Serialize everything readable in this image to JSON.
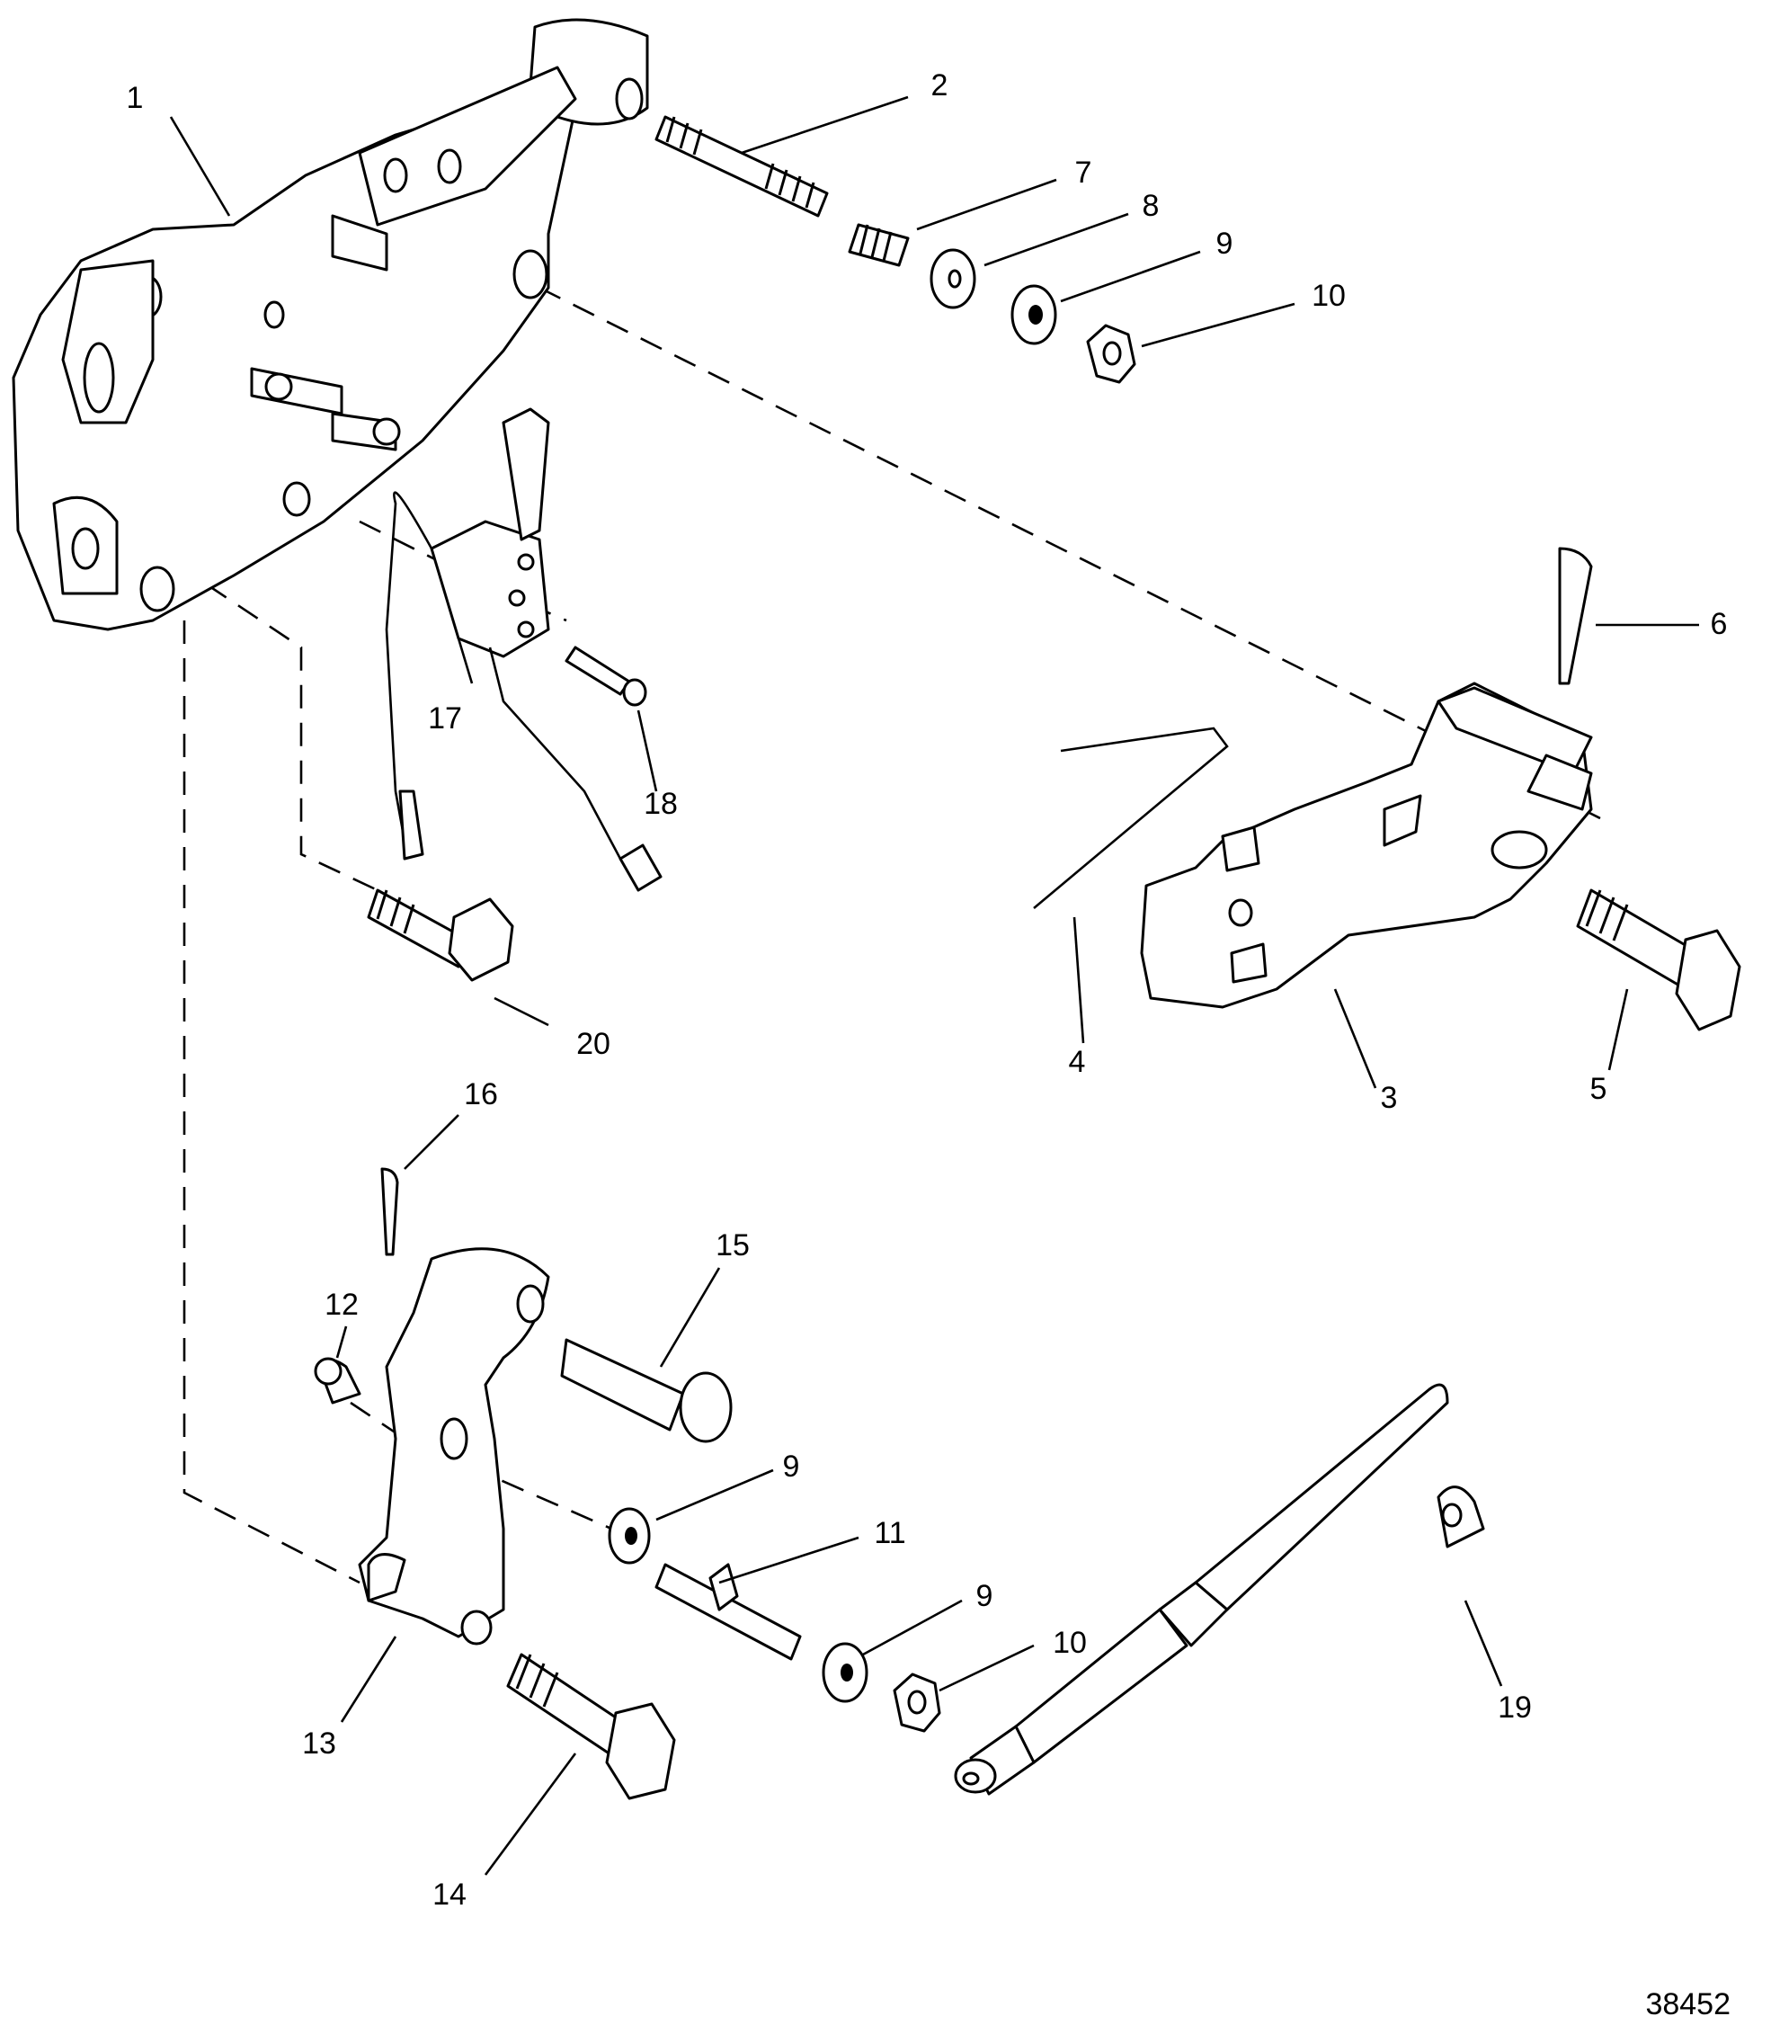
{
  "figure_number": "38452",
  "callouts": [
    {
      "key": "c1",
      "label": "1"
    },
    {
      "key": "c2",
      "label": "2"
    },
    {
      "key": "c3",
      "label": "3"
    },
    {
      "key": "c4",
      "label": "4"
    },
    {
      "key": "c5",
      "label": "5"
    },
    {
      "key": "c6",
      "label": "6"
    },
    {
      "key": "c7",
      "label": "7"
    },
    {
      "key": "c8",
      "label": "8"
    },
    {
      "key": "c9a",
      "label": "9"
    },
    {
      "key": "c10a",
      "label": "10"
    },
    {
      "key": "c9b",
      "label": "9"
    },
    {
      "key": "c11",
      "label": "11"
    },
    {
      "key": "c9c",
      "label": "9"
    },
    {
      "key": "c10b",
      "label": "10"
    },
    {
      "key": "c12",
      "label": "12"
    },
    {
      "key": "c13",
      "label": "13"
    },
    {
      "key": "c14",
      "label": "14"
    },
    {
      "key": "c15",
      "label": "15"
    },
    {
      "key": "c16",
      "label": "16"
    },
    {
      "key": "c17",
      "label": "17"
    },
    {
      "key": "c18",
      "label": "18"
    },
    {
      "key": "c19",
      "label": "19"
    },
    {
      "key": "c20",
      "label": "20"
    }
  ]
}
